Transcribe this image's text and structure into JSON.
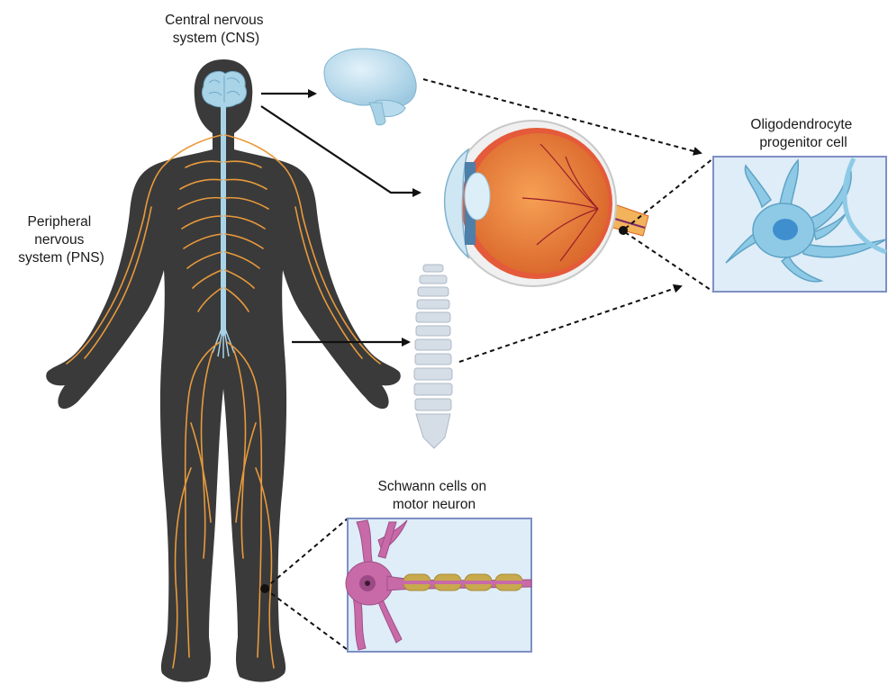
{
  "labels": {
    "cns": [
      "Central nervous",
      "system (CNS)"
    ],
    "pns": [
      "Peripheral",
      "nervous",
      "system (PNS)"
    ],
    "opc": [
      "Oligodendrocyte",
      "progenitor cell"
    ],
    "schwann": [
      "Schwann cells on",
      "motor neuron"
    ]
  },
  "colors": {
    "body": "#3a3a3a",
    "nerves": "#e89a3c",
    "cns_tissue": "#a9d4e8",
    "spine": "#d5dde6",
    "inset_bg": "#deedf8",
    "inset_border": "#7f8fc4",
    "opc_cell": "#8ecae6",
    "schwann_neuron": "#c86aa8",
    "myelin": "#c8a94e",
    "eye_outer": "#f0f0f0",
    "retina": "#e87a3a",
    "lens": "#cfe6f3"
  }
}
